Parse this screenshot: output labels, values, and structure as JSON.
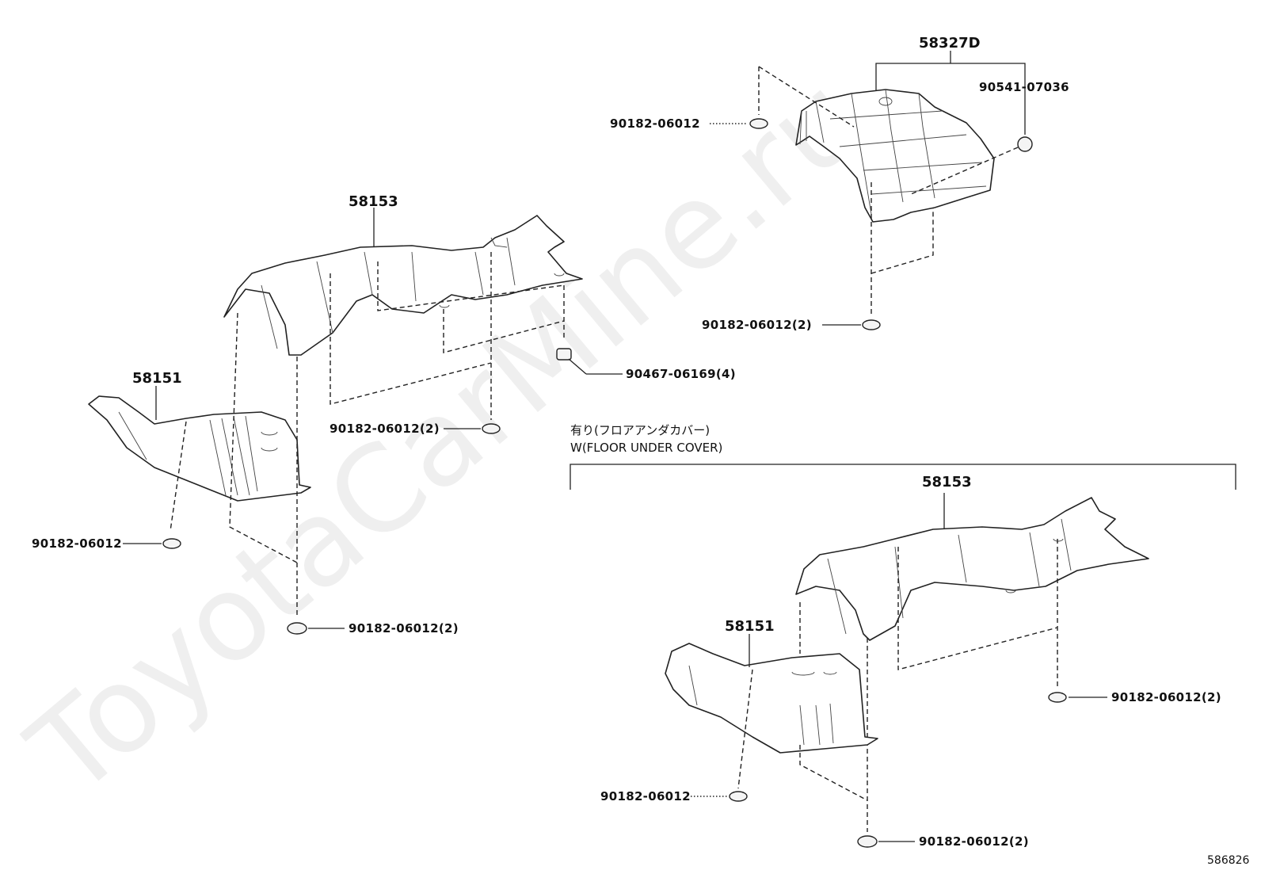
{
  "diagram": {
    "watermark": "ToyotaCarMine.ru",
    "reference_code": "586826",
    "condition_label_jp": "有り(フロアアンダカバー)",
    "condition_label_en": "W(FLOOR UNDER COVER)"
  },
  "callouts": {
    "top_58327d": "58327D",
    "top_90541": "90541-07036",
    "top_clip_left": "90182-06012",
    "top_clip_bottom": "90182-06012(2)",
    "left_58153": "58153",
    "left_58151": "58151",
    "left_nut": "90467-06169(4)",
    "left_clip_mid": "90182-06012(2)",
    "left_clip_side": "90182-06012",
    "left_clip_bottom": "90182-06012(2)",
    "right_58153": "58153",
    "right_58151": "58151",
    "right_clip_right": "90182-06012(2)",
    "right_clip_side": "90182-06012",
    "right_clip_bottom": "90182-06012(2)"
  }
}
